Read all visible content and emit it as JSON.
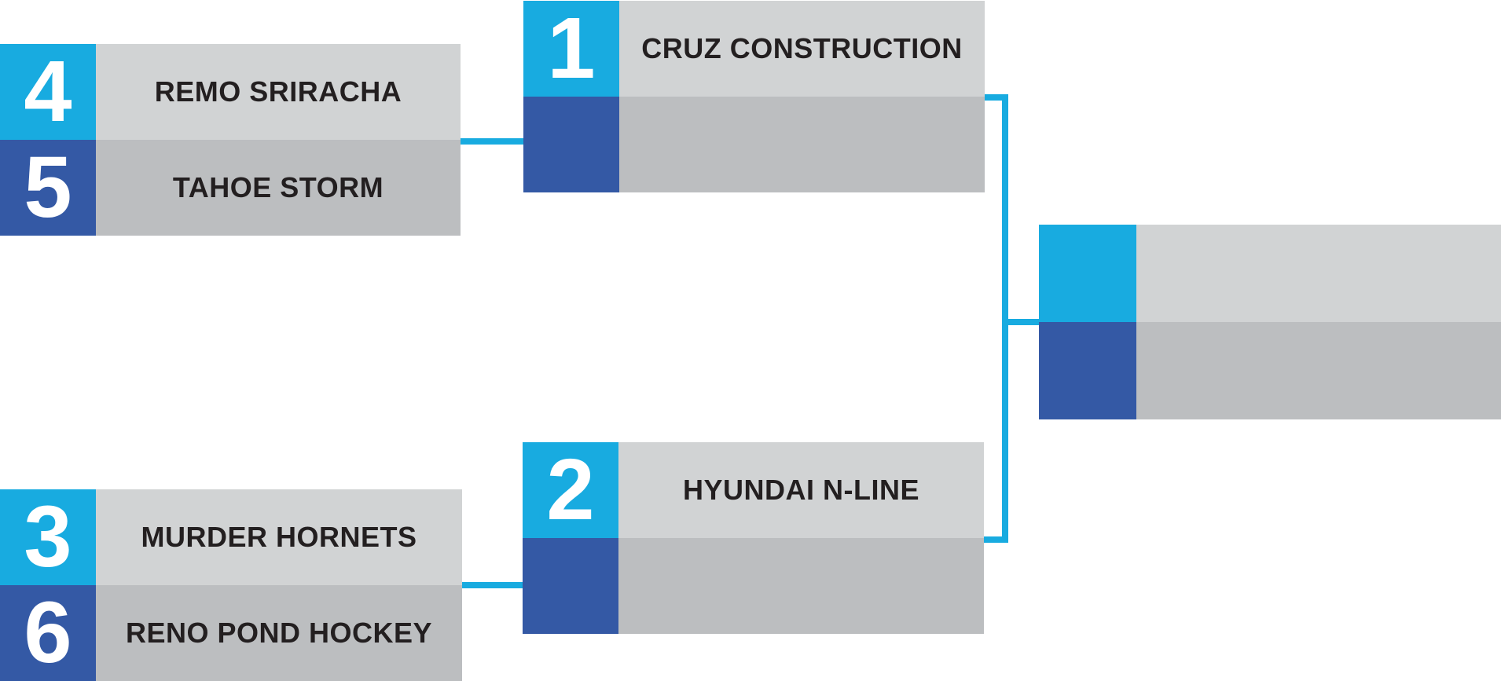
{
  "colors": {
    "cyan": "#18abe0",
    "blue": "#3459a5",
    "light_gray": "#d1d3d4",
    "dark_gray": "#bcbec0",
    "text": "#231f20",
    "background": "#ffffff"
  },
  "bracket": {
    "type": "single-elimination-tournament",
    "matches": {
      "semi_top_left": {
        "slot1": {
          "seed": "4",
          "team": "REMO SRIRACHA"
        },
        "slot2": {
          "seed": "5",
          "team": "TAHOE STORM"
        }
      },
      "quarter_top": {
        "slot1": {
          "seed": "1",
          "team": "CRUZ CONSTRUCTION"
        },
        "slot2": {
          "seed": "",
          "team": ""
        }
      },
      "semi_bottom_left": {
        "slot1": {
          "seed": "3",
          "team": "MURDER HORNETS"
        },
        "slot2": {
          "seed": "6",
          "team": "RENO POND HOCKEY"
        }
      },
      "quarter_bottom": {
        "slot1": {
          "seed": "2",
          "team": "HYUNDAI N-LINE"
        },
        "slot2": {
          "seed": "",
          "team": ""
        }
      },
      "final": {
        "slot1": {
          "seed": "",
          "team": ""
        },
        "slot2": {
          "seed": "",
          "team": ""
        }
      }
    }
  }
}
